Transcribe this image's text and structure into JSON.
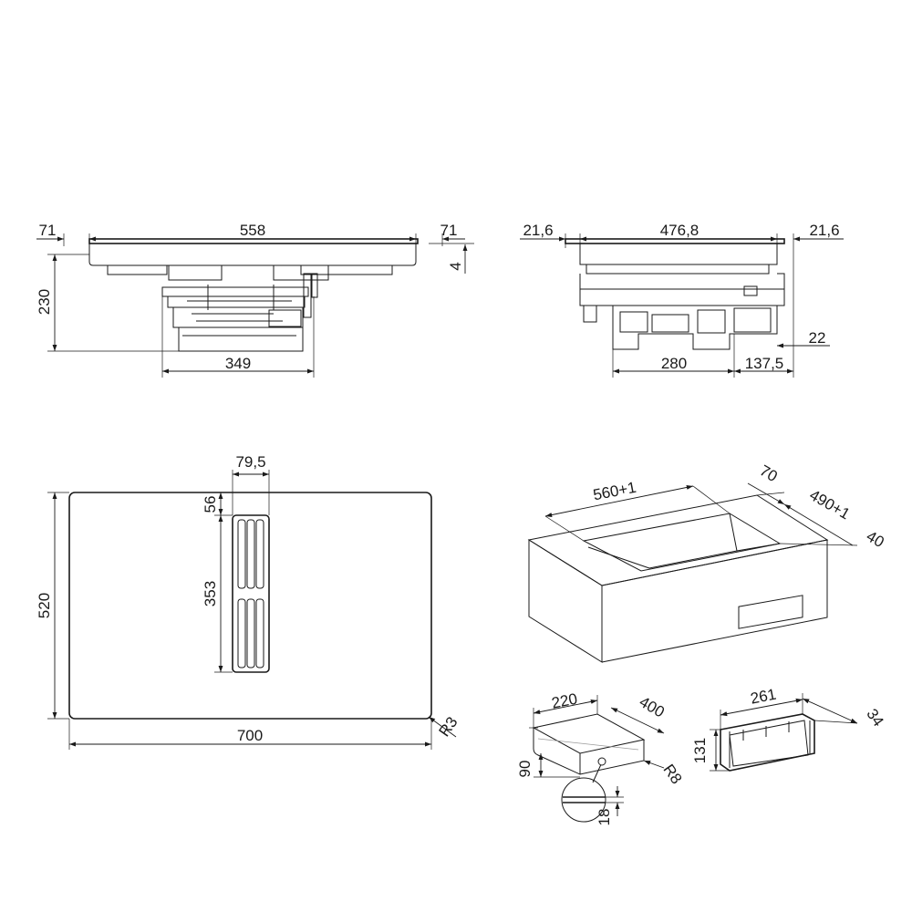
{
  "drawing": {
    "front_view": {
      "left_offset": "71",
      "width": "558",
      "right_offset": "71",
      "glass": "4",
      "height": "230",
      "motor_width": "349"
    },
    "side_view": {
      "left_offset": "21,6",
      "depth": "476,8",
      "right_offset": "21,6",
      "step": "22",
      "motor_depth": "280",
      "rear_offset": "137,5"
    },
    "top_view": {
      "vent_width": "79,5",
      "vent_offset": "56",
      "vent_length": "353",
      "depth": "520",
      "width": "700",
      "corner_radius": "R3"
    },
    "cutout": {
      "width": "560+1",
      "front_margin": "70",
      "depth": "490+1",
      "rear_margin": "40"
    },
    "duct_flat": {
      "width": "220",
      "length": "400",
      "height": "90",
      "radius": "R8",
      "seal": "18"
    },
    "duct_adapter": {
      "width": "261",
      "depth": "34",
      "height": "131"
    }
  }
}
